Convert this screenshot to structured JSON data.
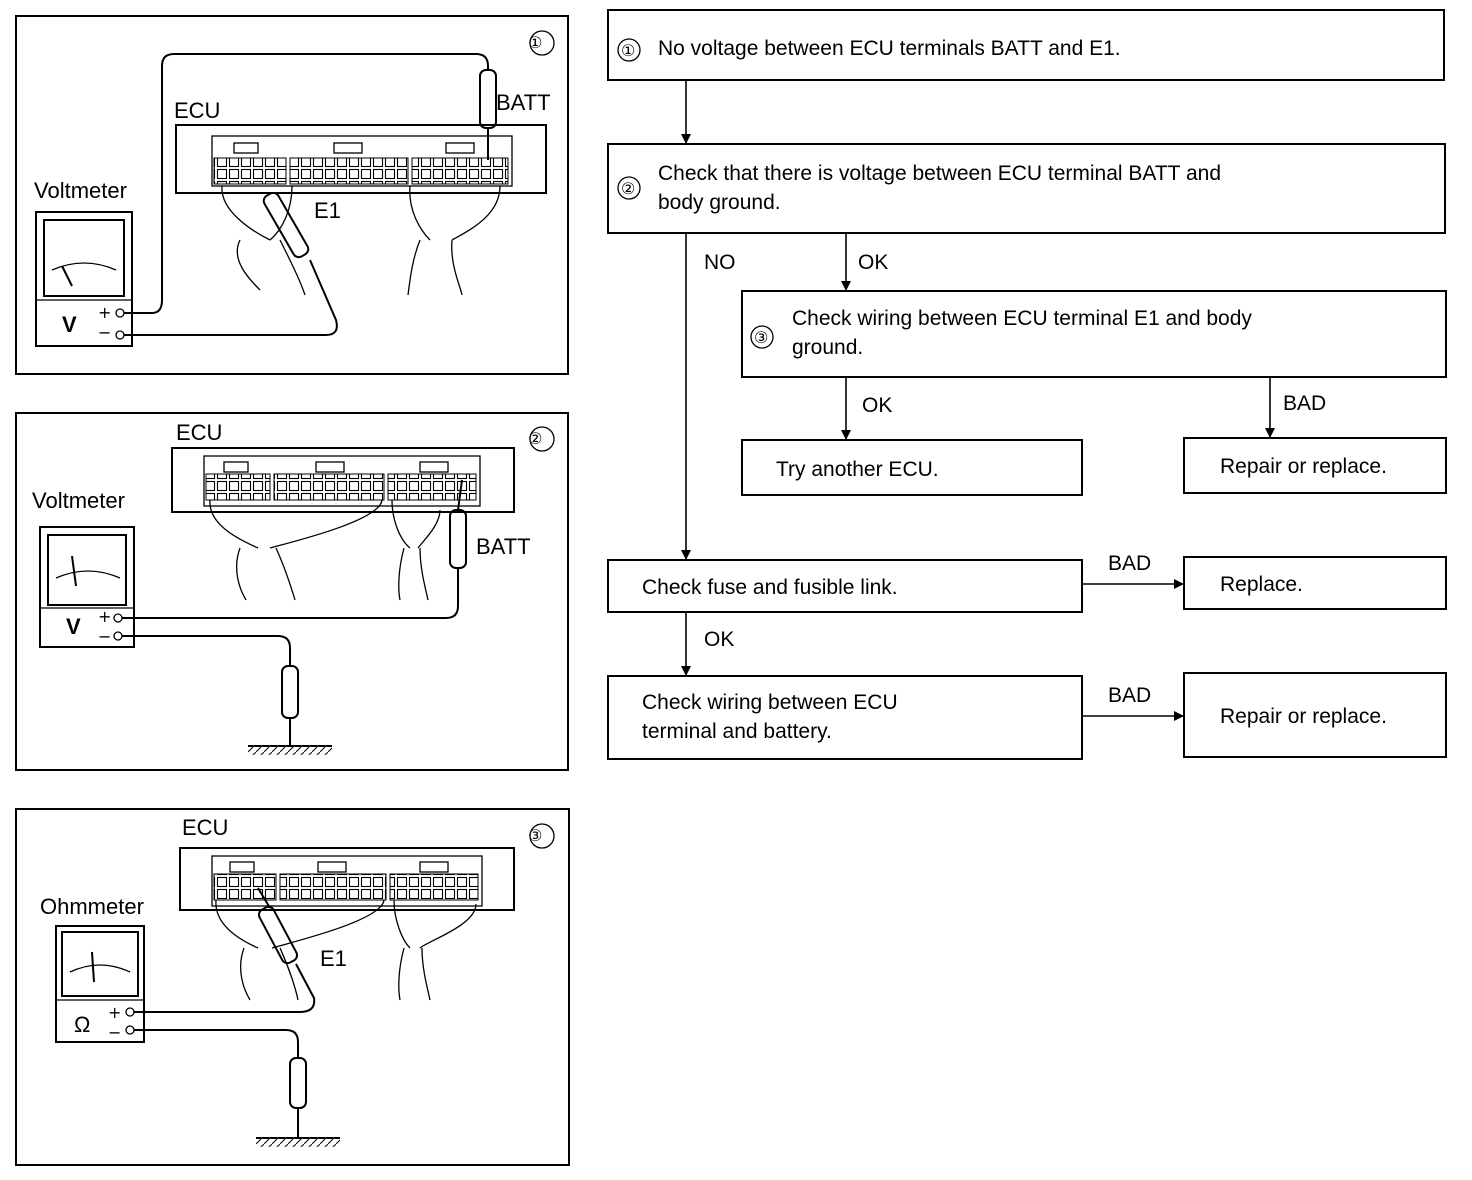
{
  "panels": [
    {
      "number": "①",
      "ecu_label": "ECU",
      "meter_label": "Voltmeter",
      "meter_symbol": "V",
      "probe_labels": [
        "BATT",
        "E1"
      ],
      "plus": "+",
      "minus": "−"
    },
    {
      "number": "②",
      "ecu_label": "ECU",
      "meter_label": "Voltmeter",
      "meter_symbol": "V",
      "probe_labels": [
        "BATT"
      ],
      "plus": "+",
      "minus": "−"
    },
    {
      "number": "③",
      "ecu_label": "ECU",
      "meter_label": "Ohmmeter",
      "meter_symbol": "Ω",
      "probe_labels": [
        "E1"
      ],
      "plus": "+",
      "minus": "−"
    }
  ],
  "flowchart": {
    "step1": {
      "number": "①",
      "text": "No voltage between ECU terminals BATT and E1."
    },
    "step2": {
      "number": "②",
      "lines": [
        "Check that there is voltage between ECU terminal BATT and",
        "body ground."
      ]
    },
    "step3": {
      "number": "③",
      "lines": [
        "Check wiring between ECU terminal E1 and body",
        "ground."
      ]
    },
    "try_ecu": "Try another ECU.",
    "repair_1": "Repair or replace.",
    "fuse_check": "Check fuse and fusible link.",
    "replace": "Replace.",
    "wiring_check": {
      "lines": [
        "Check wiring between ECU",
        "terminal and battery."
      ]
    },
    "repair_2": "Repair or replace.",
    "edge_labels": {
      "step2_no": "NO",
      "step2_ok": "OK",
      "step3_ok": "OK",
      "step3_bad": "BAD",
      "fuse_bad": "BAD",
      "fuse_ok": "OK",
      "wiring_bad": "BAD"
    }
  }
}
